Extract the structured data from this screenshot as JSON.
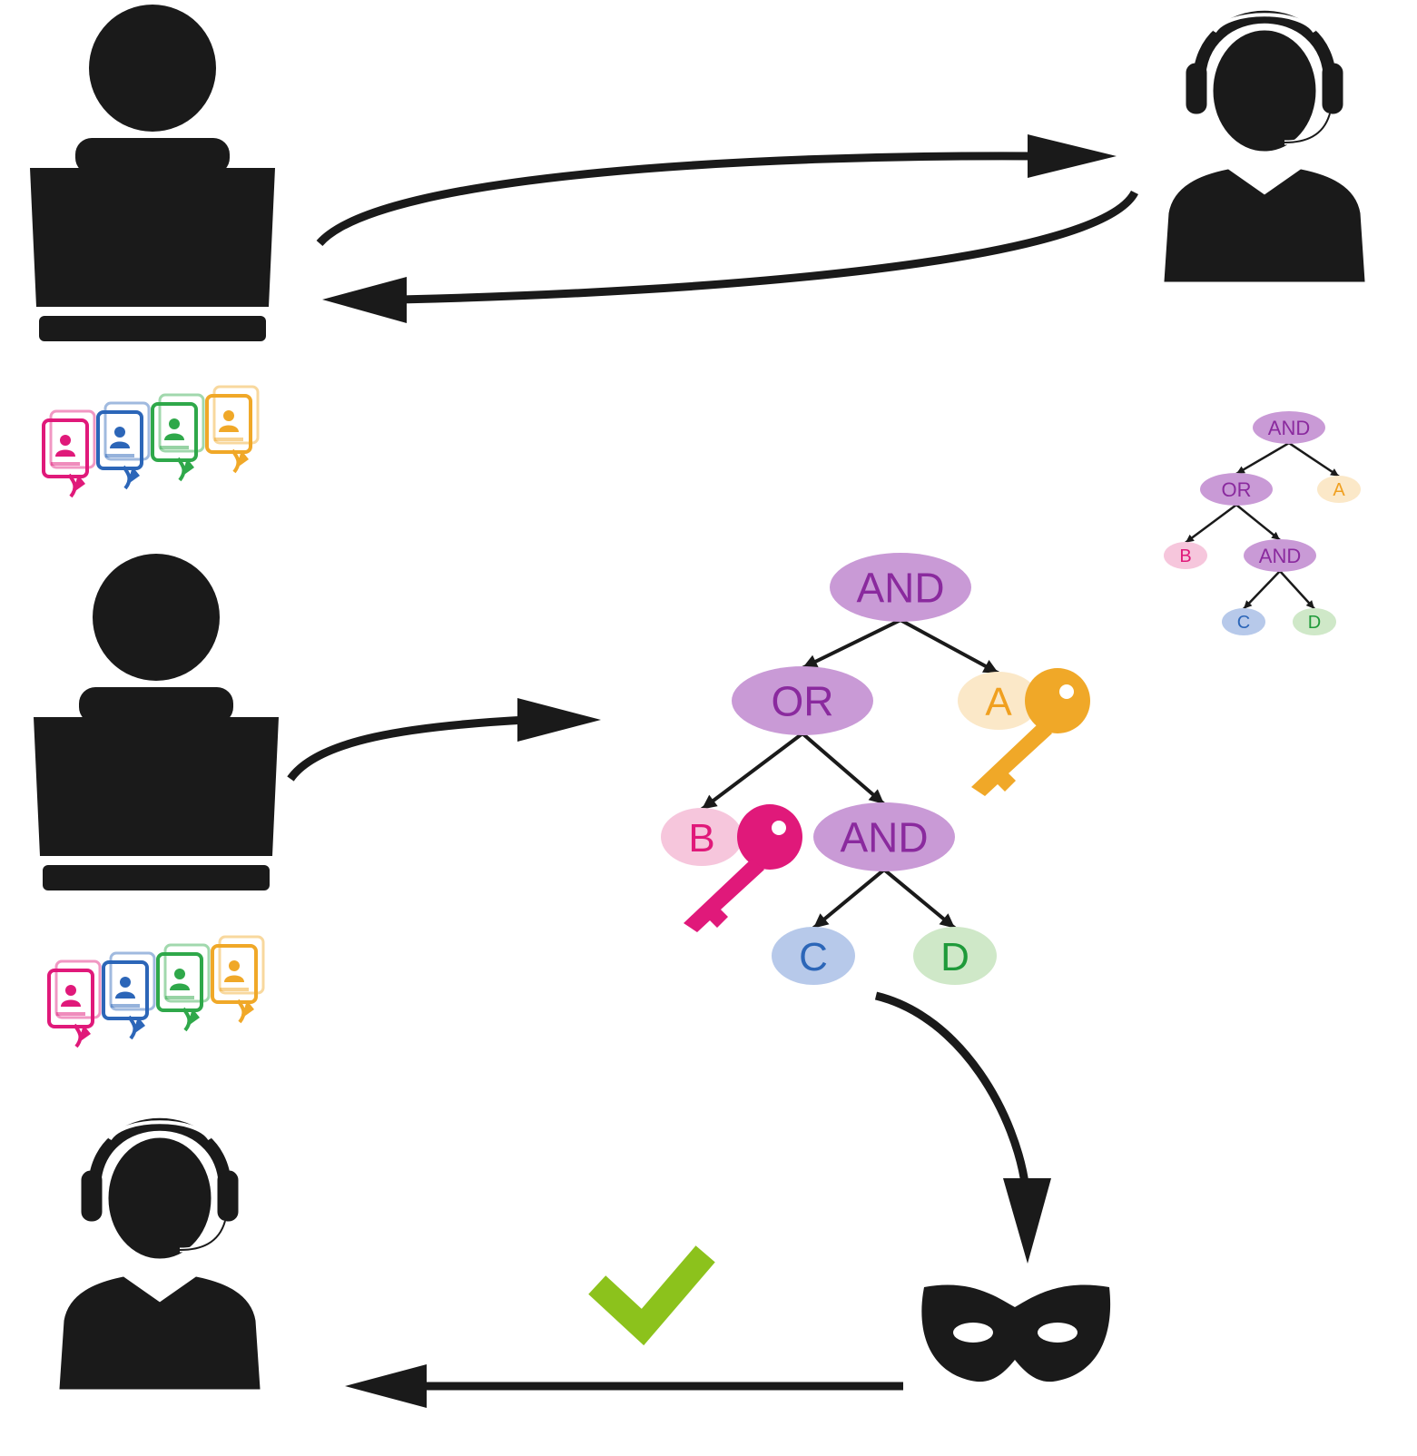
{
  "colors": {
    "ink": "#1a1a1a",
    "operator_fill": "#c99ad6",
    "operator_text": "#8a2a9e",
    "attr_a_fill": "#fbe8c8",
    "attr_a_text": "#f0a020",
    "attr_b_fill": "#f6c6dc",
    "attr_b_text": "#e0197a",
    "attr_c_fill": "#b7c9ea",
    "attr_c_text": "#2c66b8",
    "attr_d_fill": "#cfe8c8",
    "attr_d_text": "#1f9a3a",
    "check": "#8cc21c"
  },
  "policy_tree": {
    "root": "AND",
    "root_right": "A",
    "or_node": "OR",
    "or_left": "B",
    "inner_and": "AND",
    "inner_left": "C",
    "inner_right": "D"
  },
  "small_tree": {
    "root": "AND",
    "root_right": "A",
    "or_node": "OR",
    "or_left": "B",
    "inner_and": "AND",
    "inner_left": "C",
    "inner_right": "D"
  },
  "credentials": [
    "pink",
    "blue",
    "green",
    "orange"
  ],
  "icons": {
    "user": "user-at-laptop-icon",
    "service": "support-agent-headset-icon",
    "adversary": "eye-mask-icon",
    "credential": "credential-badge-icon",
    "key": "key-icon",
    "check": "checkmark-icon"
  }
}
